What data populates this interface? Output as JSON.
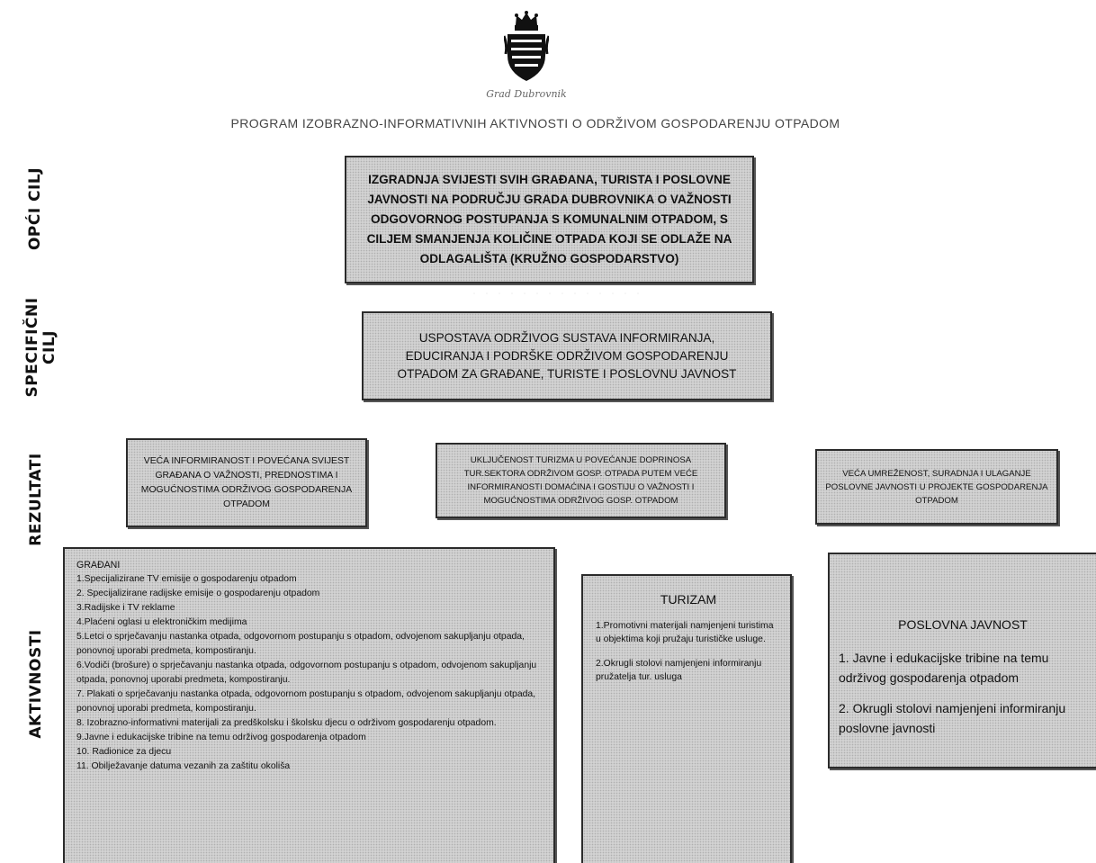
{
  "header": {
    "emblem_caption": "Grad Dubrovnik",
    "title": "PROGRAM IZOBRAZNO-INFORMATIVNIH AKTIVNOSTI O ODRŽIVOM GOSPODARENJU OTPADOM"
  },
  "row_labels": {
    "opci": "OPĆI CILJ",
    "specificni_line1": "SPECIFIČNI",
    "specificni_line2": "CILJ",
    "rezultati": "REZULTATI",
    "aktivnosti": "AKTIVNOSTI"
  },
  "opci_cilj": {
    "text": "IZGRADNJA SVIJESTI SVIH GRAĐANA, TURISTA I POSLOVNE JAVNOSTI NA PODRUČJU GRADA DUBROVNIKA O VAŽNOSTI ODGOVORNOG POSTUPANJA S KOMUNALNIM OTPADOM, S CILJEM SMANJENJA KOLIČINE OTPADA KOJI SE ODLAŽE NA ODLAGALIŠTA (KRUŽNO GOSPODARSTVO)"
  },
  "specificni_cilj": {
    "text": "USPOSTAVA ODRŽIVOG SUSTAVA INFORMIRANJA, EDUCIRANJA I PODRŠKE ODRŽIVOM GOSPODARENJU OTPADOM ZA GRAĐANE, TURISTE I POSLOVNU JAVNOST"
  },
  "rezultati": [
    "VEĆA INFORMIRANOST I POVEĆANA SVIJEST GRAĐANA O VAŽNOSTI, PREDNOSTIMA I MOGUĆNOSTIMA ODRŽIVOG GOSPODARENJA OTPADOM",
    "UKLJUČENOST TURIZMA U POVEĆANJE DOPRINOSA TUR.SEKTORA ODRŽIVOM GOSP. OTPADA PUTEM VEĆE INFORMIRANOSTI DOMAĆINA I GOSTIJU O VAŽNOSTI I MOGUĆNOSTIMA ODRŽIVOG GOSP. OTPADOM",
    "VEĆA UMREŽENOST, SURADNJA I ULAGANJE POSLOVNE JAVNOSTI U PROJEKTE GOSPODARENJA OTPADOM"
  ],
  "aktivnosti": {
    "gradani": {
      "title": "GRAĐANI",
      "items": [
        "1.Specijalizirane TV emisije o gospodarenju otpadom",
        "2. Specijalizirane radijske emisije o gospodarenju otpadom",
        "3.Radijske i TV reklame",
        "4.Plaćeni oglasi u elektroničkim medijima",
        "5.Letci o sprječavanju nastanka otpada, odgovornom postupanju s otpadom, odvojenom sakupljanju otpada, ponovnoj uporabi predmeta, kompostiranju.",
        "6.Vodiči (brošure) o sprječavanju nastanka otpada, odgovornom postupanju s otpadom, odvojenom sakupljanju otpada, ponovnoj uporabi predmeta, kompostiranju.",
        "7. Plakati o sprječavanju nastanka otpada, odgovornom postupanju s otpadom, odvojenom sakupljanju otpada, ponovnoj uporabi predmeta, kompostiranju.",
        "8. Izobrazno-informativni materijali za predškolsku i školsku djecu o održivom gospodarenju otpadom.",
        "9.Javne i edukacijske tribine na temu održivog gospodarenja otpadom",
        "10. Radionice za djecu",
        "11. Obilježavanje datuma vezanih za zaštitu okoliša"
      ]
    },
    "turizam": {
      "title": "TURIZAM",
      "items": [
        "1.Promotivni materijali namjenjeni turistima u objektima koji pružaju turističke usluge.",
        "2.Okrugli stolovi namjenjeni informiranju pružatelja tur. usluga"
      ]
    },
    "poslovna_javnost": {
      "title": "POSLOVNA JAVNOST",
      "items": [
        "1. Javne i edukacijske tribine na temu održivog gospodarenja otpadom",
        "2. Okrugli stolovi namjenjeni informiranju poslovne javnosti"
      ]
    }
  }
}
